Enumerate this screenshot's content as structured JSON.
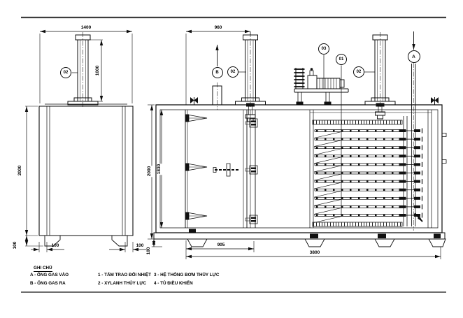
{
  "colors": {
    "line": "#0c0c0c",
    "border": "#3d3d3d",
    "background": "#ffffff"
  },
  "side_view": {
    "dim_width_top": "1400",
    "dim_cylinder_height": "1000",
    "dim_body_height": "2000",
    "dim_foot_height": "100",
    "dim_leg_left": "100",
    "dim_leg_right": "100",
    "balloon_cylinder": "02"
  },
  "front_view": {
    "dim_top_span": "960",
    "dim_body_height": "2000",
    "dim_inner_height": "1830",
    "dim_foot_height": "100",
    "dim_door_width": "905",
    "dim_total_width": "3800",
    "balloon_gas_out": "B",
    "balloon_cylinder_left": "02",
    "balloon_pump": "03",
    "balloon_plates": "01",
    "balloon_cylinder_right": "02",
    "balloon_gas_in": "A"
  },
  "legend": {
    "title": "GHI CHÚ",
    "col1": [
      "A - ỐNG GAS VÀO",
      "B - ỐNG GAS RA"
    ],
    "col2": [
      "1 - TẤM TRAO ĐỔI NHIỆT",
      "2 - XYLANH THỦY LỰC"
    ],
    "col3": [
      "3 - HỆ THỐNG BƠM THỦY LỰC",
      "4 - TỦ ĐIỀU KHIỂN"
    ]
  }
}
